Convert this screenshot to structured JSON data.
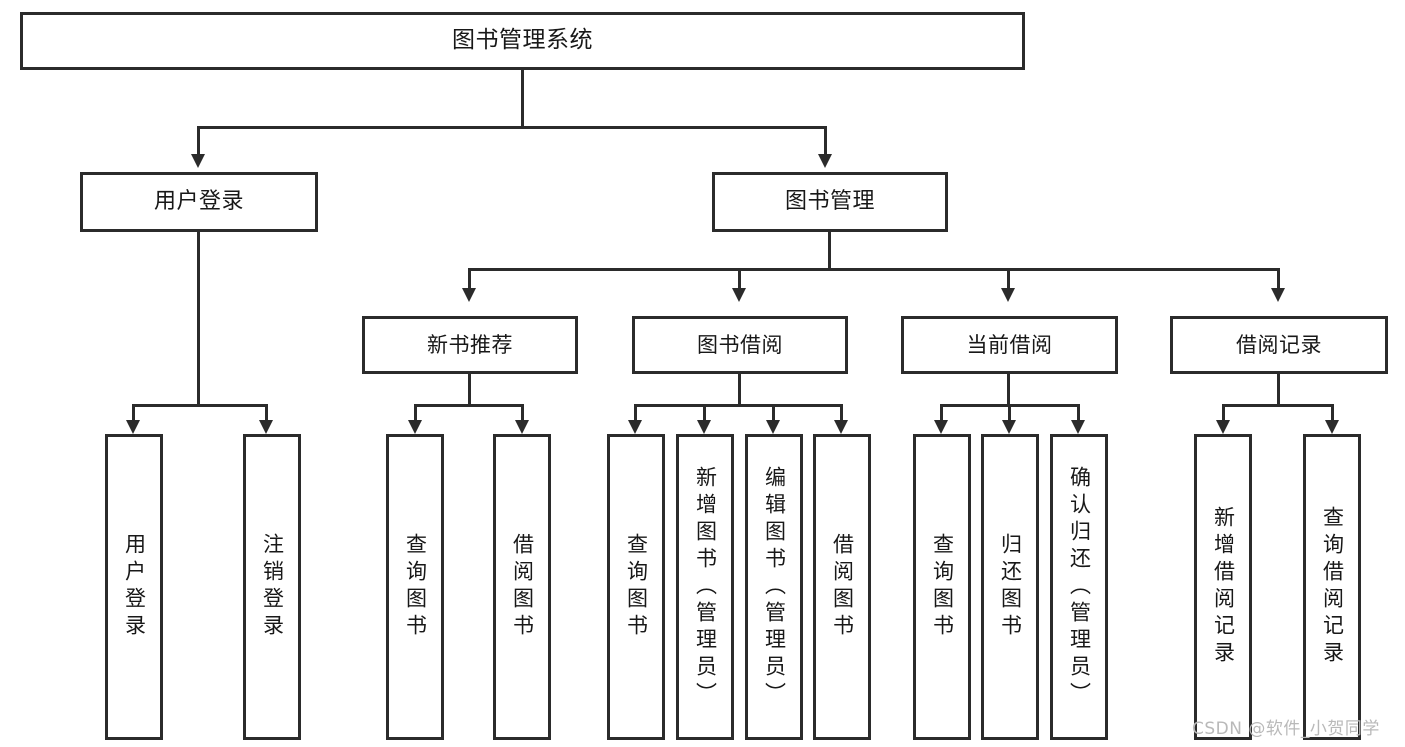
{
  "diagram": {
    "title": "图书管理系统",
    "watermark": "CSDN @软件_小贺同学",
    "colors": {
      "stroke": "#2b2b2b",
      "fill": "#ffffff",
      "text": "#181818",
      "watermark": "#b9b9b9"
    },
    "nodes": {
      "root": {
        "label": "图书管理系统"
      },
      "level2": [
        {
          "label": "用户登录"
        },
        {
          "label": "图书管理"
        }
      ],
      "level3": [
        {
          "label": "新书推荐"
        },
        {
          "label": "图书借阅"
        },
        {
          "label": "当前借阅"
        },
        {
          "label": "借阅记录"
        }
      ],
      "leaves": [
        {
          "label": "用户登录"
        },
        {
          "label": "注销登录"
        },
        {
          "label": "查询图书"
        },
        {
          "label": "借阅图书"
        },
        {
          "label": "查询图书"
        },
        {
          "label": "新增图书（管理员）"
        },
        {
          "label": "编辑图书（管理员）"
        },
        {
          "label": "借阅图书"
        },
        {
          "label": "查询图书"
        },
        {
          "label": "归还图书"
        },
        {
          "label": "确认归还（管理员）"
        },
        {
          "label": "新增借阅记录"
        },
        {
          "label": "查询借阅记录"
        }
      ]
    }
  }
}
